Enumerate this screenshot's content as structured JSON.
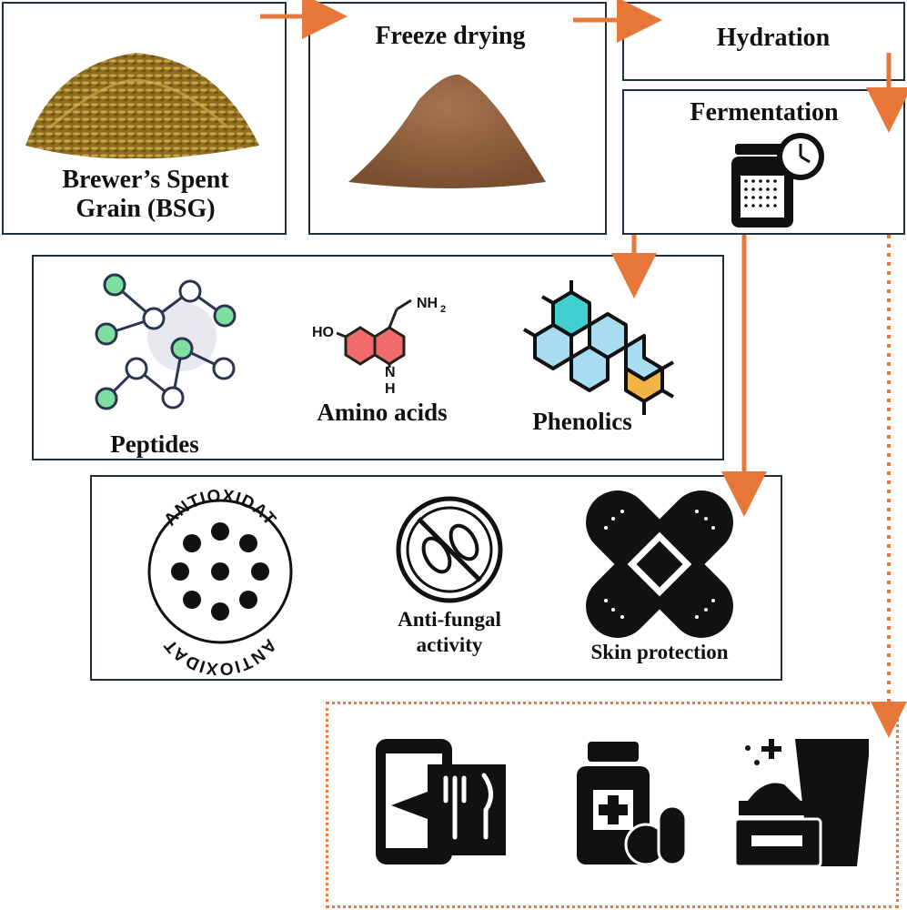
{
  "steps": {
    "bsg": "Brewer’s Spent Grain (BSG)",
    "freeze_drying": "Freeze drying",
    "hydration": "Hydration",
    "fermentation": "Fermentation"
  },
  "compounds": {
    "peptides": "Peptides",
    "amino_acids": "Amino acids",
    "phenolics": "Phenolics",
    "amine_group": "NH",
    "amine_subscript": "2",
    "hydroxyl": "HO",
    "ring_nh_n": "N",
    "ring_nh_h": "H"
  },
  "activities": {
    "antioxidant_ring_text": "ANTIOXIDAT",
    "antifungal_line1": "Anti-fungal",
    "antifungal_line2": "activity",
    "skin": "Skin protection"
  },
  "colors": {
    "arrow": "#e8773a",
    "box_border": "#1f2f3d",
    "peptide_green": "#7ee0a0",
    "ring_red": "#f06a6a",
    "ring_teal": "#3fd0cf",
    "ring_blue": "#a8dcf0",
    "ring_yellow": "#f2b544",
    "grain": "#9a7a2c",
    "powder": "#8b5e3c"
  }
}
